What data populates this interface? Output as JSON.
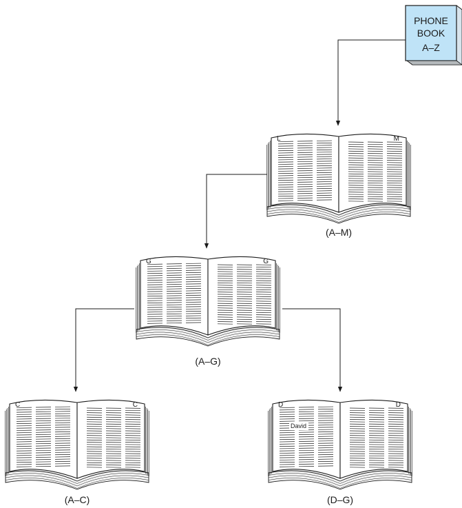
{
  "closed_book": {
    "line1": "PHONE",
    "line2": "BOOK",
    "line3": "A–Z"
  },
  "books": {
    "am": {
      "caption": "(A–M)",
      "left_letter": "L",
      "right_letter": "M"
    },
    "ag": {
      "caption": "(A–G)",
      "left_letter": "G",
      "right_letter": "G"
    },
    "ac": {
      "caption": "(A–C)",
      "left_letter": "C",
      "right_letter": "C"
    },
    "dg": {
      "caption": "(D–G)",
      "left_letter": "D",
      "right_letter": "D",
      "name": "David"
    }
  },
  "colors": {
    "closed_book": "#bfe3f7",
    "ink": "#1a1a1a"
  }
}
